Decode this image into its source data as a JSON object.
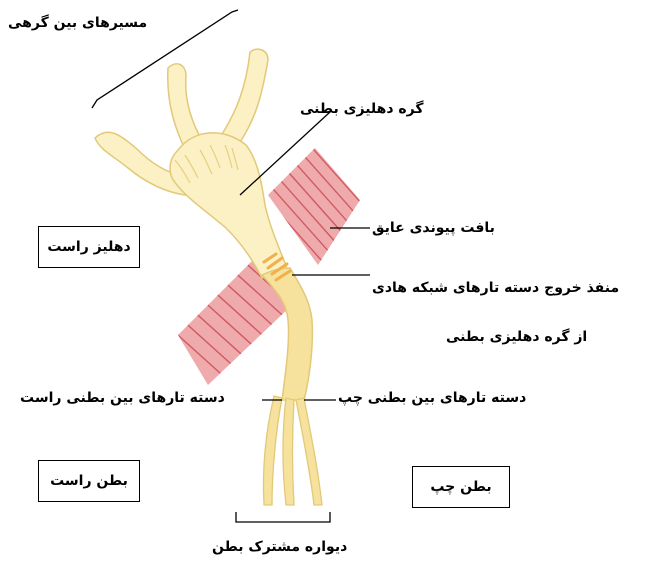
{
  "labels": {
    "internodal_pathways": "مسیرهای بین گرهی",
    "av_node": "گره دهلیزی بطنی",
    "fibrous_tissue": "بافت پیوندی عایق",
    "bundle_exit_line1": "منفذ خروج دسته تارهای شبکه هادی",
    "bundle_exit_line2": "از گره دهلیزی بطنی",
    "right_bundle_branch": "دسته تارهای بین بطنی راست",
    "left_bundle_branch": "دسته تارهای بین بطنی چپ",
    "septum": "دیواره مشترک بطن"
  },
  "boxes": {
    "right_atrium": "دهلیز راست",
    "right_ventricle": "بطن راست",
    "left_ventricle": "بطن چپ"
  },
  "colors": {
    "conduction_fill": "#fbf1c4",
    "conduction_stroke": "#e2c979",
    "bundle_fill": "#f6e29c",
    "band_stripe": "#f0b04a",
    "fibrous_tissue": "#e06f73",
    "fibrous_stripe": "#b8343c",
    "leader_line": "#000000"
  }
}
